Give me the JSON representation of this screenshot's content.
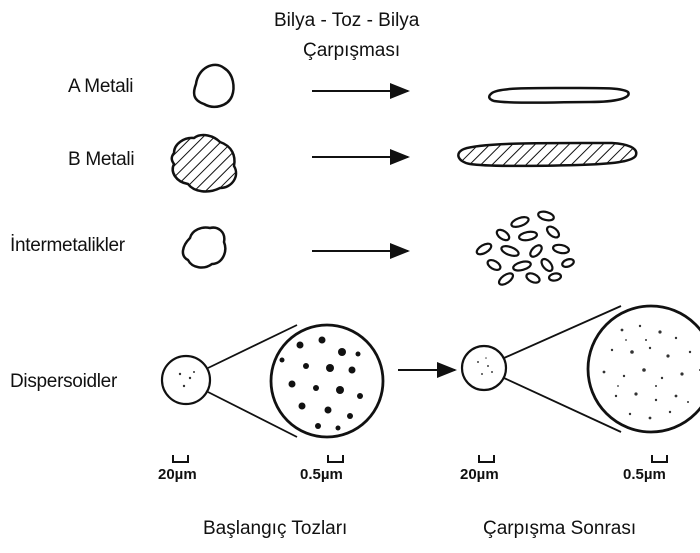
{
  "header": {
    "line1": "Bilya - Toz - Bilya",
    "line2": "Çarpışması"
  },
  "rows": [
    {
      "label": "A Metali"
    },
    {
      "label": "B Metali"
    },
    {
      "label": "İntermetalikler"
    },
    {
      "label": "Dispersoidler"
    }
  ],
  "scale_bars": [
    "20µm",
    "0.5µm",
    "20µm",
    "0.5µm"
  ],
  "captions": {
    "initial": "Başlangıç Tozları",
    "after": "Çarpışma Sonrası"
  }
}
